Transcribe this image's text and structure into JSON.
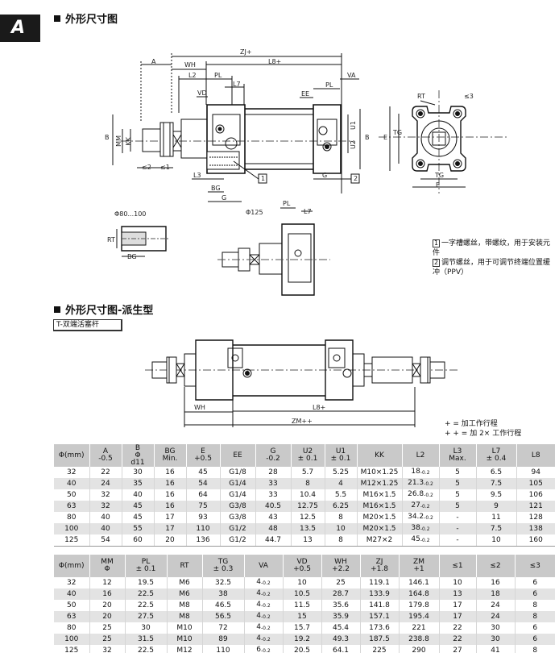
{
  "section_letter": "A",
  "heading_main": "外形尺寸图",
  "heading_variant": "外形尺寸图-派生型",
  "variant_tag": "T-双端活塞杆",
  "notes": [
    {
      "num": "1",
      "text": "一字槽螺丝，带螺纹，用于安装元件"
    },
    {
      "num": "2",
      "text": "调节螺丝，用于可调节终端位置缓冲（PPV）"
    }
  ],
  "legend": [
    "+ = 加工作行程",
    "+ + = 加 2× 工作行程"
  ],
  "drawing_labels": {
    "zj": "ZJ+",
    "l8": "L8+",
    "a": "A",
    "wh": "WH",
    "l2": "L2",
    "pl": "PL",
    "vd": "VD",
    "l7": "L7",
    "ee": "EE",
    "va": "VA",
    "b": "B",
    "mm": "MM",
    "kk": "KK",
    "u1": "U1",
    "u2": "U2",
    "e": "E",
    "g": "G",
    "l3": "L3",
    "bg": "BG",
    "c1": "≤1",
    "c2": "≤2",
    "c3": "≤3",
    "rt": "RT",
    "tg": "TG",
    "callout1": "1",
    "callout2": "2",
    "phi80": "Φ80...100",
    "phi125": "Φ125",
    "zm": "ZM++",
    "l8b": "L8+"
  },
  "table1": {
    "headers": [
      "Φ(mm)",
      "A\n-0.5",
      "B\nΦ\nd11",
      "BG\nMin.",
      "E\n+0.5",
      "EE",
      "G\n-0.2",
      "U2\n± 0.1",
      "U1\n± 0.1",
      "KK",
      "L2",
      "L3\nMax.",
      "L7\n± 0.4",
      "L8"
    ],
    "rows": [
      [
        "32",
        "22",
        "30",
        "16",
        "45",
        "G1/8",
        "28",
        "5.7",
        "5.25",
        "M10×1.25",
        "18",
        "5",
        "6.5",
        "94"
      ],
      [
        "40",
        "24",
        "35",
        "16",
        "54",
        "G1/4",
        "33",
        "8",
        "4",
        "M12×1.25",
        "21.3",
        "5",
        "7.5",
        "105"
      ],
      [
        "50",
        "32",
        "40",
        "16",
        "64",
        "G1/4",
        "33",
        "10.4",
        "5.5",
        "M16×1.5",
        "26.8",
        "5",
        "9.5",
        "106"
      ],
      [
        "63",
        "32",
        "45",
        "16",
        "75",
        "G3/8",
        "40.5",
        "12.75",
        "6.25",
        "M16×1.5",
        "27",
        "5",
        "9",
        "121"
      ],
      [
        "80",
        "40",
        "45",
        "17",
        "93",
        "G3/8",
        "43",
        "12.5",
        "8",
        "M20×1.5",
        "34.2",
        "-",
        "11",
        "128"
      ],
      [
        "100",
        "40",
        "55",
        "17",
        "110",
        "G1/2",
        "48",
        "13.5",
        "10",
        "M20×1.5",
        "38",
        "-",
        "7.5",
        "138"
      ],
      [
        "125",
        "54",
        "60",
        "20",
        "136",
        "G1/2",
        "44.7",
        "13",
        "8",
        "M27×2",
        "45",
        "-",
        "10",
        "160"
      ]
    ],
    "tol_col": 10,
    "tol": "-0.2"
  },
  "table2": {
    "headers": [
      "Φ(mm)",
      "MM\nΦ",
      "PL\n± 0.1",
      "RT",
      "TG\n± 0.3",
      "VA",
      "VD\n+0.5",
      "WH\n+2.2",
      "ZJ\n+1.8",
      "ZM\n+1",
      "≤1",
      "≤2",
      "≤3"
    ],
    "rows": [
      [
        "32",
        "12",
        "19.5",
        "M6",
        "32.5",
        "4",
        "10",
        "25",
        "119.1",
        "146.1",
        "10",
        "16",
        "6"
      ],
      [
        "40",
        "16",
        "22.5",
        "M6",
        "38",
        "4",
        "10.5",
        "28.7",
        "133.9",
        "164.8",
        "13",
        "18",
        "6"
      ],
      [
        "50",
        "20",
        "22.5",
        "M8",
        "46.5",
        "4",
        "11.5",
        "35.6",
        "141.8",
        "179.8",
        "17",
        "24",
        "8"
      ],
      [
        "63",
        "20",
        "27.5",
        "M8",
        "56.5",
        "4",
        "15",
        "35.9",
        "157.1",
        "195.4",
        "17",
        "24",
        "8"
      ],
      [
        "80",
        "25",
        "30",
        "M10",
        "72",
        "4",
        "15.7",
        "45.4",
        "173.6",
        "221",
        "22",
        "30",
        "6"
      ],
      [
        "100",
        "25",
        "31.5",
        "M10",
        "89",
        "4",
        "19.2",
        "49.3",
        "187.5",
        "238.8",
        "22",
        "30",
        "6"
      ],
      [
        "125",
        "32",
        "22.5",
        "M12",
        "110",
        "6",
        "20.5",
        "64.1",
        "225",
        "290",
        "27",
        "41",
        "8"
      ]
    ],
    "tol_col": 5,
    "tol": "-0.2"
  }
}
